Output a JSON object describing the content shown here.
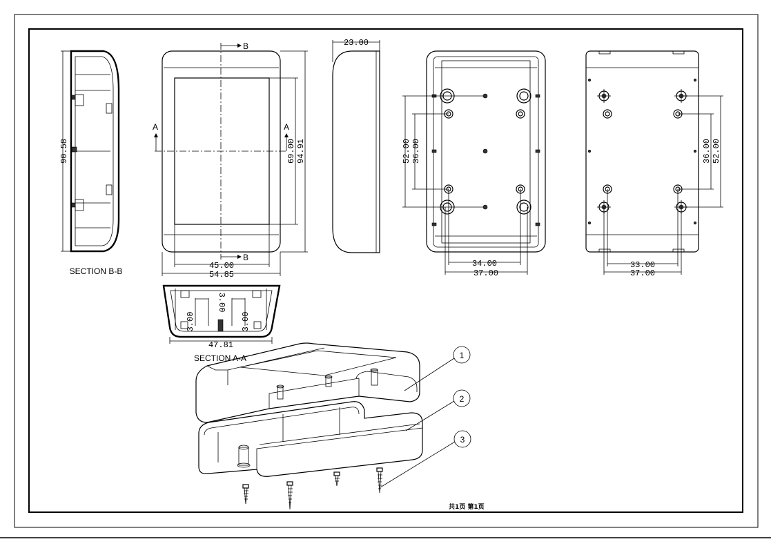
{
  "views": {
    "section_bb": {
      "label": "SECTION B-B",
      "height_dim": "90.58"
    },
    "section_aa": {
      "label": "SECTION A-A",
      "dim_outer": "47.81",
      "dim_left": "3.00",
      "dim_mid": "3.00",
      "dim_right": "3.00"
    },
    "front_view": {
      "cut_b": "B",
      "cut_a": "A",
      "dim_window_w": "45.00",
      "dim_outer_w": "54.85",
      "dim_window_h": "69.00",
      "dim_outer_h": "94.91"
    },
    "side_view": {
      "dim_depth": "23.00"
    },
    "inside_view": {
      "dim_h_outer": "52.00",
      "dim_h_inner": "36.00",
      "dim_w_inner": "34.00",
      "dim_w_outer": "37.00"
    },
    "bottom_view": {
      "dim_h_inner": "36.00",
      "dim_h_outer": "52.00",
      "dim_w_inner": "33.00",
      "dim_w_outer": "37.00"
    }
  },
  "balloons": [
    "1",
    "2",
    "3"
  ],
  "title_block": {
    "page_text": "共1页 第1页"
  }
}
